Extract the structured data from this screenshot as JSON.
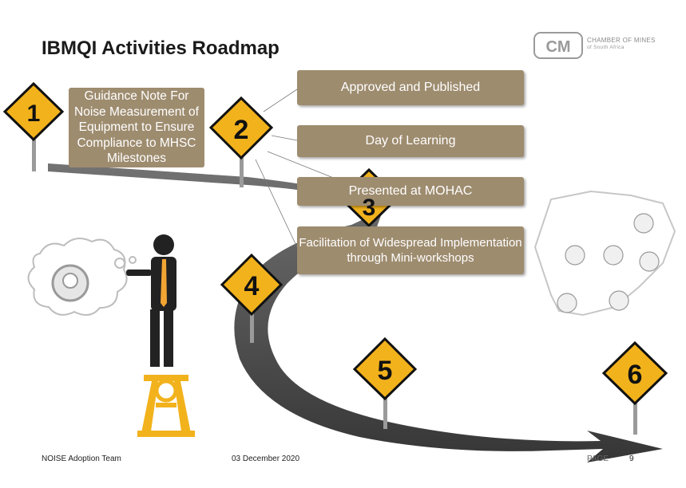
{
  "title": "IBMQI Activities Roadmap",
  "logo": {
    "mark": "CM",
    "line1": "CHAMBER OF MINES",
    "line2": "of South Africa"
  },
  "guidance_note": "Guidance Note For Noise Measurement of Equipment to Ensure Compliance to MHSC Milestones",
  "milestones": [
    "1",
    "2",
    "3",
    "4",
    "5",
    "6"
  ],
  "callouts": {
    "approved": "Approved and Published",
    "day_of_learning": "Day of Learning",
    "mohac": "Presented at MOHAC",
    "facilitation": "Facilitation of Widespread Implementation through Mini-workshops"
  },
  "footer": {
    "team": "NOISE Adoption Team",
    "date": "03 December 2020",
    "page_label": "PAGE",
    "page_number": "9"
  },
  "colors": {
    "sign_yellow": "#f2b21c",
    "callout_tan": "#9e8c6f",
    "road": "#3a3a3a"
  },
  "icons": [
    "lightbulb-icon",
    "gear-icon",
    "headframe-icon",
    "south-africa-map-icon"
  ]
}
